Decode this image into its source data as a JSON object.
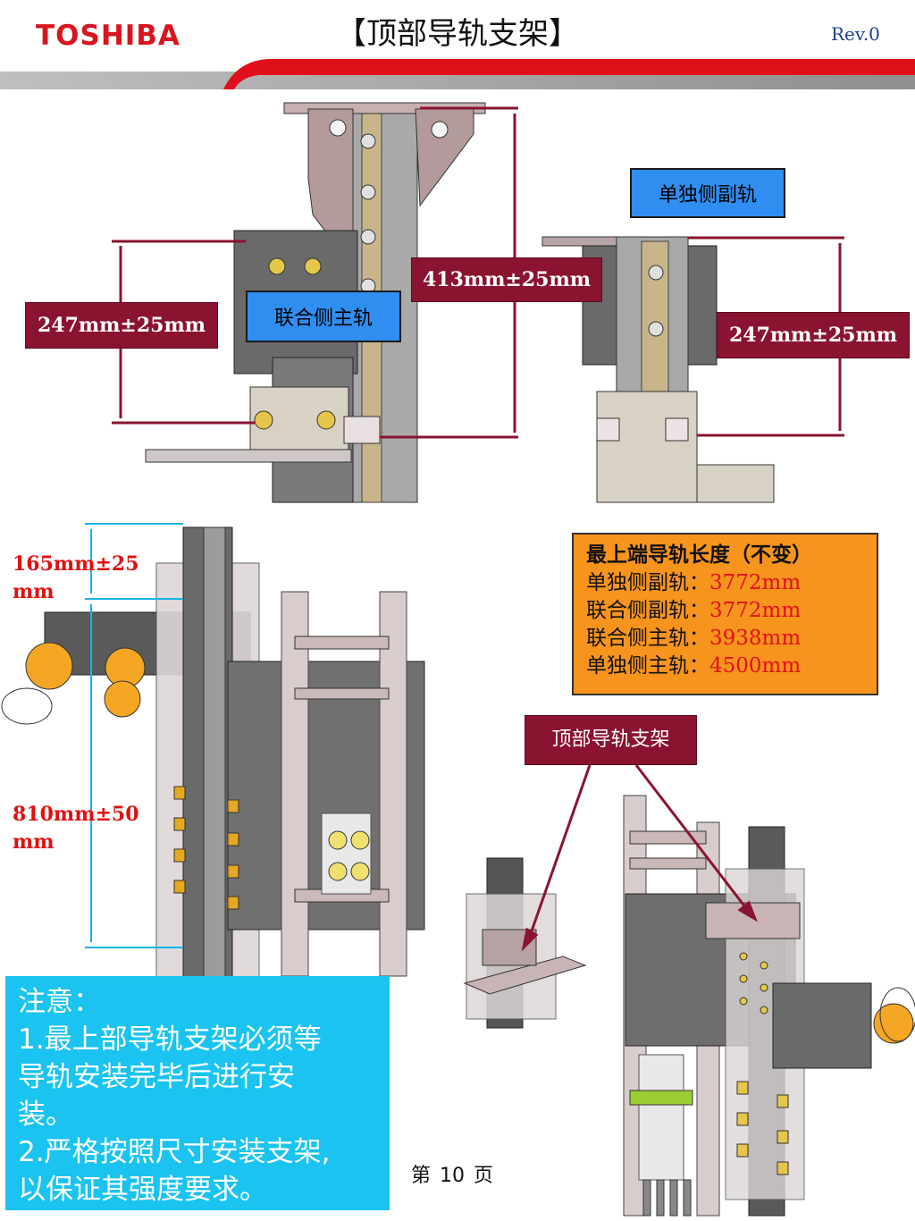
{
  "header": {
    "logo": "TOSHIBA",
    "title": "【顶部导轨支架】",
    "rev": "Rev.0",
    "accent_color": "#d9141e"
  },
  "top_figure": {
    "dim_left": "247mm±25mm",
    "dim_middle": "413mm±25mm",
    "dim_right": "247mm±25mm",
    "label_combined_main": "联合侧主轨",
    "label_single_aux": "单独侧副轨"
  },
  "lower_figure": {
    "dim_upper_line1": "165mm±25",
    "dim_upper_line2": "mm",
    "dim_lower_line1": "810mm±50",
    "dim_lower_line2": "mm",
    "callout": "顶部导轨支架"
  },
  "rail_lengths": {
    "heading": "最上端导轨长度（不变）",
    "rows": [
      {
        "name": "单独侧副轨：",
        "value": "3772mm"
      },
      {
        "name": "联合侧副轨：",
        "value": "3772mm"
      },
      {
        "name": "联合侧主轨：",
        "value": "3938mm"
      },
      {
        "name": "单独侧主轨：",
        "value": "4500mm"
      }
    ]
  },
  "note": {
    "title": "注意：",
    "line1": "1.最上部导轨支架必须等",
    "line2": "导轨安装完毕后进行安",
    "line3": "装。",
    "line4": "2.严格按照尺寸安装支架,",
    "line5": "以保证其强度要求。"
  },
  "footer": {
    "prefix": "第",
    "page": "10",
    "suffix": "页"
  },
  "colors": {
    "dim_box": "#8a1430",
    "blue_label": "#2f8ef0",
    "orange_panel": "#f7941d",
    "note_panel": "#1ac3f0"
  }
}
